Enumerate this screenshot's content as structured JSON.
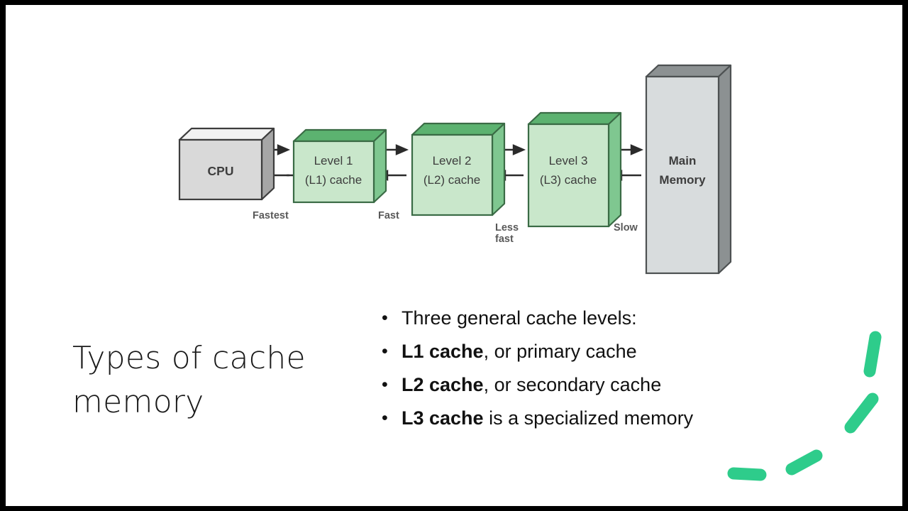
{
  "slide": {
    "title_lines": [
      "Types of cache",
      "memory"
    ],
    "background_color": "#ffffff",
    "frame_color": "#000000",
    "accent_color": "#2ecc8b"
  },
  "diagram": {
    "name": "cache-memory-hierarchy-diagram",
    "colors": {
      "cpu_front": "#d9d9d9",
      "cpu_top": "#f2f2f2",
      "cpu_side": "#a6a6a6",
      "cache_front": "#c9e7cb",
      "cache_top": "#5cb270",
      "cache_side": "#7fc790",
      "cache_stroke": "#3a6b45",
      "memory_front": "#d8dcdd",
      "memory_top": "#8c9192",
      "memory_side": "#8c9192",
      "memory_stroke": "#4d5152",
      "arrow_color": "#2b2b2b",
      "label_color": "#595959",
      "box_text_color": "#3d3d3d"
    },
    "boxes": [
      {
        "id": "cpu",
        "label_lines": [
          "CPU"
        ],
        "type": "grey"
      },
      {
        "id": "l1",
        "label_lines": [
          "Level 1",
          "(L1) cache"
        ],
        "type": "green"
      },
      {
        "id": "l2",
        "label_lines": [
          "Level 2",
          "(L2) cache"
        ],
        "type": "green"
      },
      {
        "id": "l3",
        "label_lines": [
          "Level 3",
          "(L3) cache"
        ],
        "type": "green"
      },
      {
        "id": "memory",
        "label_lines": [
          "Main",
          "Memory"
        ],
        "type": "grey"
      }
    ],
    "speed_labels": [
      {
        "id": "fastest",
        "lines": [
          "Fastest"
        ]
      },
      {
        "id": "fast",
        "lines": [
          "Fast"
        ]
      },
      {
        "id": "lessfast",
        "lines": [
          "Less",
          "fast"
        ]
      },
      {
        "id": "slow",
        "lines": [
          "Slow"
        ]
      }
    ]
  },
  "bullets": [
    {
      "bold": "",
      "text": "Three general cache levels:"
    },
    {
      "bold": "L1 cache",
      "text": ", or primary cache"
    },
    {
      "bold": "L2 cache",
      "text": ", or secondary cache"
    },
    {
      "bold": "L3 cache",
      "text": " is a specialized memory"
    }
  ],
  "decoration": {
    "name": "green-dashed-arc",
    "dash_count": 4,
    "color": "#2ecc8b"
  }
}
